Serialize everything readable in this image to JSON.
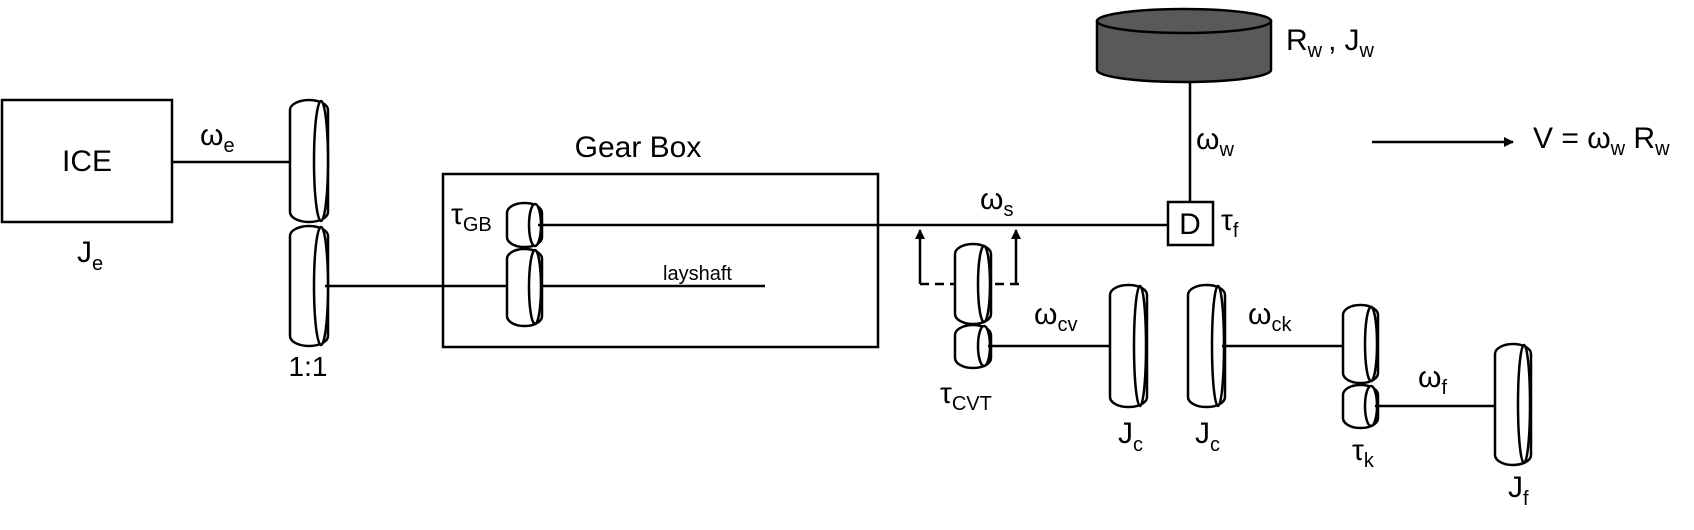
{
  "labels": {
    "ice": "ICE",
    "je_sym": "J",
    "je_sub": "e",
    "we_sym": "ω",
    "we_sub": "e",
    "ratio": "1:1",
    "gearbox": "Gear Box",
    "tgb_sym": "τ",
    "tgb_sub": "GB",
    "layshaft": "layshaft",
    "ws_sym": "ω",
    "ws_sub": "s",
    "diff": "D",
    "tf_sym": "τ",
    "tf_sub": "f",
    "ww_sym": "ω",
    "ww_sub": "w",
    "rw_sym": "R",
    "rw_sub": "w",
    "comma": ",",
    "jw_sym": "J",
    "jw_sub": "w",
    "v_eq": "V = ω",
    "v_sub1": "w",
    "v_r": " R",
    "v_sub2": "w",
    "tcvt_sym": "τ",
    "tcvt_sub": "CVT",
    "wcv_sym": "ω",
    "wcv_sub": "cv",
    "jc1_sym": "J",
    "jc1_sub": "c",
    "jc2_sym": "J",
    "jc2_sub": "c",
    "wck_sym": "ω",
    "wck_sub": "ck",
    "tk_sym": "τ",
    "tk_sub": "k",
    "wf_sym": "ω",
    "wf_sub": "f",
    "jf_sym": "J",
    "jf_sub": "f"
  },
  "colors": {
    "line": "#000000",
    "wheel_fill": "#595959",
    "background": "#ffffff"
  }
}
